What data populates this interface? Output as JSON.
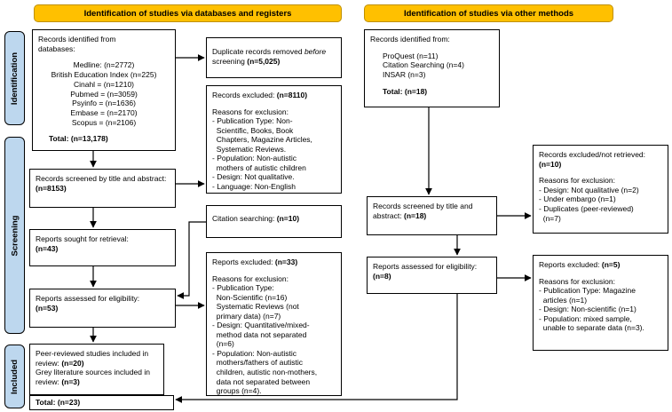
{
  "headers": {
    "databases": "Identification of studies via databases and registers",
    "other": "Identification of studies via other methods"
  },
  "stages": {
    "identification": "Identification",
    "screening": "Screening",
    "included": "Included"
  },
  "colors": {
    "header_bg": "#FFC000",
    "header_border": "#BF9000",
    "stage_bg": "#BDD7EE"
  },
  "boxes": {
    "db_identified": {
      "intro": "Records identified from\ndatabases:",
      "sources": "Medline: (n=2772)\nBritish Education Index (n=225)\nCinahl = (n=1210)\nPubmed = (n=3059)\nPsyinfo = (n=1636)\nEmbase = (n=2170)\nScopus = (n=2106)",
      "total": "Total: (n=13,178)"
    },
    "duplicates_removed": {
      "pre": "Duplicate records removed",
      "italic": "before",
      "mid": "screening",
      "value": "(n=5,025)"
    },
    "records_excluded_db": {
      "label": "Records excluded:",
      "value": "(n=8110)",
      "body": "Reasons for exclusion:\n- Publication Type: Non-\n  Scientific, Books, Book\n  Chapters, Magazine Articles,\n  Systematic Reviews.\n- Population: Non-autistic\n  mothers of autistic children\n- Design: Not qualitative.\n- Language: Non-English"
    },
    "screened_db": {
      "label": "Records screened by title and abstract:",
      "value": "(n=8153)"
    },
    "citation_searching": {
      "label": "Citation searching:",
      "value": "(n=10)"
    },
    "sought_retrieval": {
      "label": "Reports sought for retrieval:",
      "value": "(n=43)"
    },
    "assessed_db": {
      "label": "Reports assessed for eligibility:",
      "value": "(n=53)"
    },
    "reports_excluded_db": {
      "label": "Reports excluded:",
      "value": "(n=33)",
      "body": "Reasons for exclusion:\n- Publication Type:\n  Non-Scientific (n=16)\n  Systematic Reviews (not\n  primary data) (n=7)\n- Design: Quantitative/mixed-\n  method data not separated\n  (n=6)\n- Population: Non-autistic\n  mothers/fathers of autistic\n  children, autistic non-mothers,\n  data not separated between\n  groups (n=4)."
    },
    "included_studies": {
      "peer_label": "Peer-reviewed studies included in review:",
      "peer_value": "(n=20)",
      "grey_label": "Grey literature sources included in review:",
      "grey_value": "(n=3)"
    },
    "included_total": {
      "label": "Total:",
      "value": "(n=23)"
    },
    "other_identified": {
      "intro": "Records identified from:",
      "sources": "ProQuest (n=11)\nCitation Searching (n=4)\nINSAR (n=3)",
      "total": "Total: (n=18)"
    },
    "screened_other": {
      "label": "Records screened by title and abstract:",
      "value": "(n=18)"
    },
    "assessed_other": {
      "label": "Reports assessed for eligibility:",
      "value": "(n=8)"
    },
    "records_excluded_other": {
      "label": "Records excluded/not retrieved:",
      "value": "(n=10)",
      "body": "Reasons for exclusion:\n- Design: Not qualitative (n=2)\n- Under embargo (n=1)\n- Duplicates (peer-reviewed)\n  (n=7)"
    },
    "reports_excluded_other": {
      "label": "Reports excluded:",
      "value": "(n=5)",
      "body": "Reasons for exclusion:\n- Publication Type: Magazine\n  articles (n=1)\n- Design: Non-scientific (n=1)\n- Population: mixed sample,\n  unable to separate data (n=3)."
    }
  }
}
